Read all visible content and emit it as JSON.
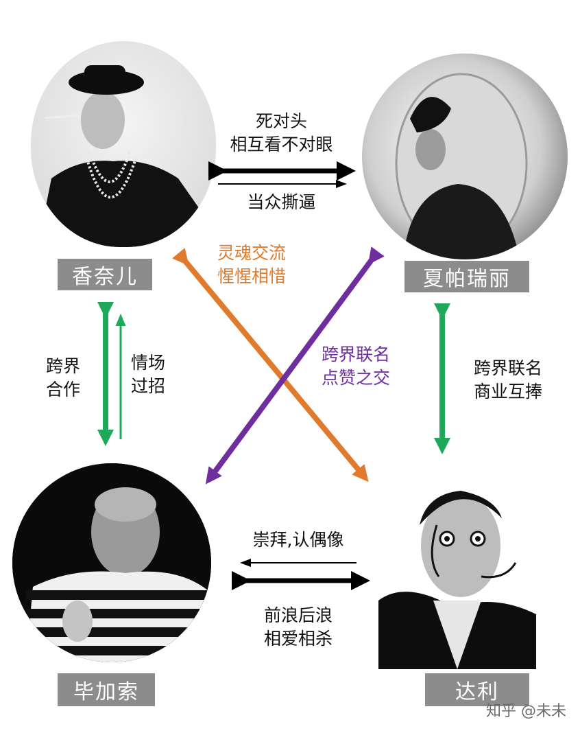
{
  "people": {
    "chanel": "香奈儿",
    "schiaparelli": "夏帕瑞丽",
    "picasso": "毕加索",
    "dali": "达利"
  },
  "relations": {
    "chanel_schiaparelli": {
      "line1": "死对头",
      "line2": "相互看不对眼",
      "below": "当众撕逼"
    },
    "chanel_picasso": {
      "left1": "跨界",
      "left2": "合作",
      "right1": "情场",
      "right2": "过招"
    },
    "schiaparelli_dali": {
      "line1": "跨界联名",
      "line2": "商业互捧"
    },
    "chanel_dali": {
      "line1": "灵魂交流",
      "line2": "惺惺相惜"
    },
    "schiaparelli_picasso": {
      "line1": "跨界联名",
      "line2": "点赞之交"
    },
    "picasso_dali": {
      "above": "崇拜,认偶像",
      "below1": "前浪后浪",
      "below2": "相爱相杀"
    }
  },
  "watermark": "知乎 @未未",
  "colors": {
    "green": "#1ea85a",
    "orange": "#e07b2e",
    "purple": "#6f2e9e",
    "black": "#000000",
    "namebox": "#8c8c8c"
  }
}
